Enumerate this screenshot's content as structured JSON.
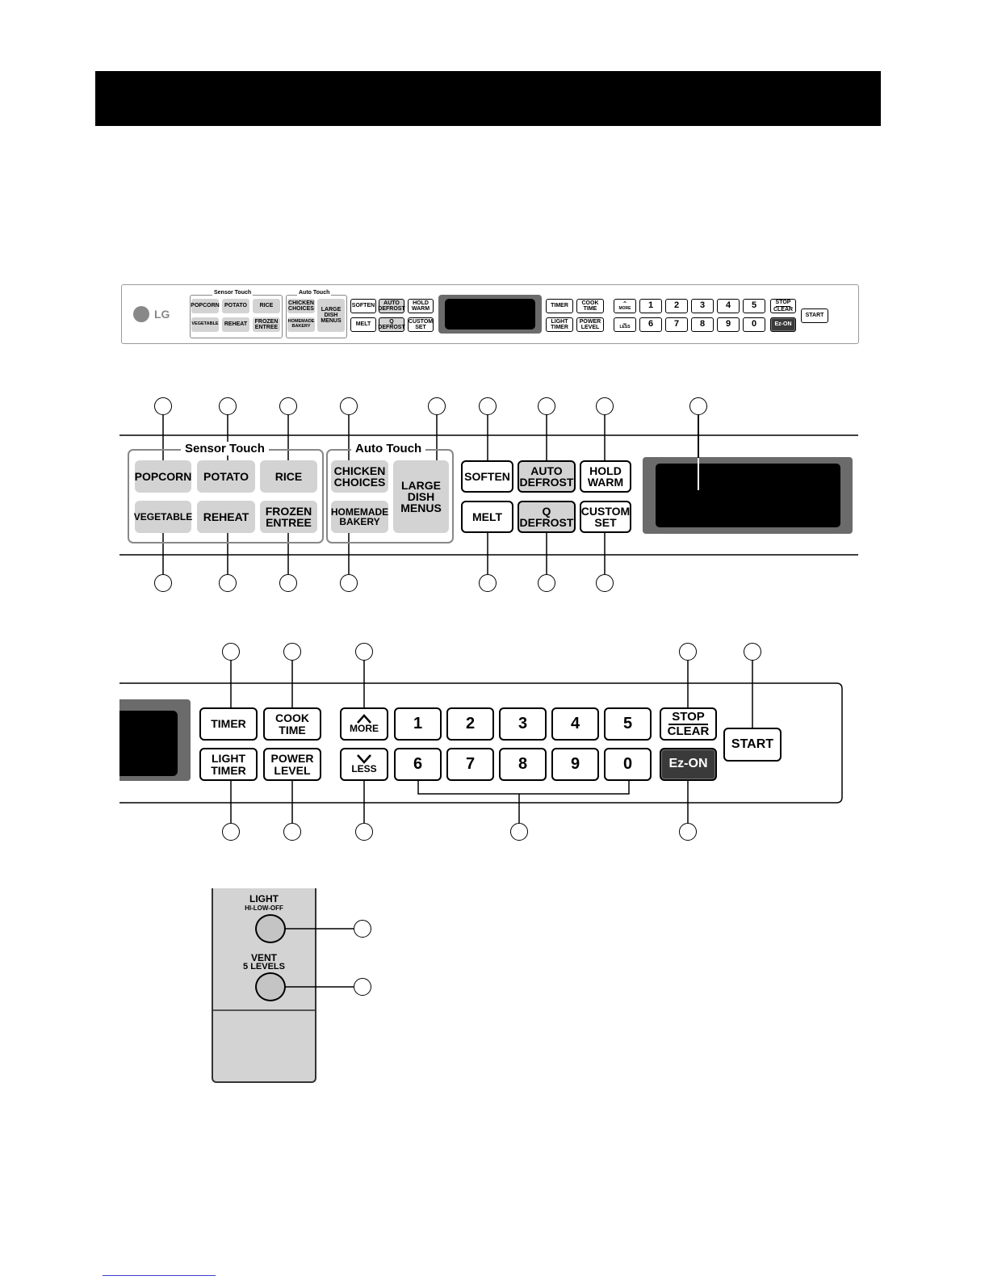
{
  "brand": {
    "logo_text": "LG"
  },
  "sensor_touch": {
    "title": "Sensor Touch",
    "buttons": [
      "POPCORN",
      "POTATO",
      "RICE",
      "VEGETABLE",
      "REHEAT",
      "FROZEN\nENTREE"
    ]
  },
  "auto_touch": {
    "title": "Auto Touch",
    "buttons": [
      "CHICKEN\nCHOICES",
      "HOMEMADE\nBAKERY",
      "LARGE\nDISH\nMENUS"
    ]
  },
  "function_keys": {
    "soften": "SOFTEN",
    "melt": "MELT",
    "auto_defrost": "AUTO\nDEFROST",
    "q_defrost": "Q\nDEFROST",
    "hold_warm": "HOLD\nWARM",
    "custom_set": "CUSTOM\nSET"
  },
  "keypad": {
    "timer": "TIMER",
    "light_timer": "LIGHT\nTIMER",
    "cook_time": "COOK\nTIME",
    "power_level": "POWER\nLEVEL",
    "more": "MORE",
    "less": "LESS",
    "digits_top": [
      "1",
      "2",
      "3",
      "4",
      "5"
    ],
    "digits_bottom": [
      "6",
      "7",
      "8",
      "9",
      "0"
    ],
    "stop": "STOP",
    "clear": "CLEAR",
    "ez_on": "Ez-ON",
    "start": "START"
  },
  "vent_controls": {
    "light_label": "LIGHT",
    "light_sub": "HI-LOW-OFF",
    "vent_label": "VENT",
    "vent_sub": "5 LEVELS"
  },
  "colors": {
    "gray_key": "#d3d3d3",
    "dark_key": "#3a3a3a",
    "display_bezel": "#6b6b6b",
    "display": "#000000"
  }
}
